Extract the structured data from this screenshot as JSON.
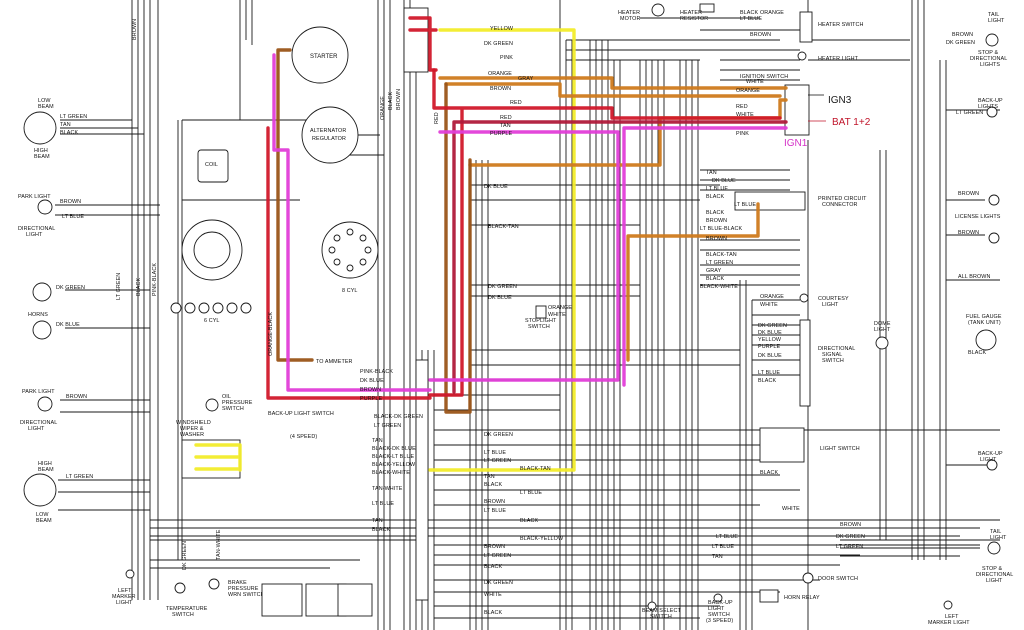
{
  "annotations": {
    "ign3": "IGN3",
    "bat": "BAT 1+2",
    "ign1": "IGN1"
  },
  "components": {
    "starter": "STARTER",
    "alternator": "ALTERNATOR",
    "regulator": "REGULATOR",
    "coil": "COIL",
    "six_cyl": "6 CYL",
    "eight_cyl": "8 CYL",
    "to_ammeter": "TO AMMETER",
    "oil_pressure": "OIL",
    "oil_pressure_2": "PRESSURE",
    "oil_pressure_3": "SWITCH",
    "backup_light_switch": "BACK-UP LIGHT SWITCH",
    "four_speed": "(4 SPEED)",
    "windshield": "WINDSHIELD",
    "wiper_washer": "WIPER &",
    "washer": "WASHER",
    "low_beam": "LOW",
    "beam": "BEAM",
    "high_beam": "HIGH",
    "high_beam_2": "BEAM",
    "park_light_top": "PARK LIGHT",
    "directional_light_top": "DIRECTIONAL",
    "light_top": "LIGHT",
    "horns": "HORNS",
    "park_light_bottom": "PARK LIGHT",
    "directional_bottom": "DIRECTIONAL",
    "light_bottom": "LIGHT",
    "high_beam_bottom": "HIGH",
    "beam_bottom": "BEAM",
    "low_beam_bottom": "LOW",
    "beam_bottom_2": "BEAM",
    "left_marker": "LEFT",
    "marker": "MARKER",
    "marker_light": "LIGHT",
    "temperature": "TEMPERATURE",
    "temperature_2": "SWITCH",
    "brake_pressure": "BRAKE",
    "brake_pressure_2": "PRESSURE",
    "brake_pressure_3": "WRN SWITCH",
    "heater_motor": "HEATER",
    "heater_motor_2": "MOTOR",
    "heater_resistor": "HEATER",
    "heater_resistor_2": "RESISTOR",
    "heater_switch": "HEATER SWITCH",
    "heater_light": "HEATER LIGHT",
    "ignition_switch": "IGNITION SWITCH",
    "printed_circuit": "PRINTED CIRCUIT",
    "connector": "CONNECTOR",
    "courtesy_light": "COURTESY",
    "courtesy_light_2": "LIGHT",
    "directional_signal": "DIRECTIONAL",
    "directional_signal_2": "SIGNAL",
    "directional_signal_3": "SWITCH",
    "stoplight_switch": "STOPLIGHT",
    "stoplight_switch_2": "SWITCH",
    "dome_light": "DOME",
    "dome_light_2": "LIGHT",
    "light_switch": "LIGHT SWITCH",
    "door_switch": "DOOR SWITCH",
    "horn_relay": "HORN RELAY",
    "beam_select": "BEAM SELECT",
    "beam_select_2": "SWITCH",
    "backup_light_sw": "BACK-UP",
    "backup_light_sw_2": "LIGHT",
    "backup_light_sw_3": "SWITCH",
    "backup_light_sw_4": "(3 SPEED)",
    "tail_light": "TAIL",
    "tail_light_2": "LIGHT",
    "stop_dir": "STOP &",
    "stop_dir_2": "DIRECTIONAL",
    "stop_dir_3": "LIGHTS",
    "backup_lights": "BACK-UP",
    "backup_lights_2": "LIGHTS",
    "license_lights": "LICENSE LIGHTS",
    "fuel_gauge": "FUEL GAUGE",
    "fuel_gauge_2": "(TANK UNIT)",
    "backup_light_r": "BACK-UP",
    "backup_light_r_2": "LIGHT",
    "tail_light_b": "TAIL",
    "tail_light_b_2": "LIGHT",
    "stop_dir_b": "STOP &",
    "stop_dir_b_2": "DIRECTIONAL",
    "stop_dir_b_3": "LIGHT",
    "left_marker_r": "LEFT",
    "left_marker_r_2": "MARKER LIGHT"
  },
  "wire_labels": {
    "yellow": "YELLOW",
    "dk_green_top": "DK GREEN",
    "pink_top": "PINK",
    "orange_top": "ORANGE",
    "gray_top": "GRAY",
    "brown_top": "BROWN",
    "red_top": "RED",
    "red_2": "RED",
    "tan_top": "TAN",
    "purple_top": "PURPLE",
    "dk_blue_top": "DK BLUE",
    "black_tan": "BLACK-TAN",
    "dk_green_mid": "DK GREEN",
    "dk_blue_mid": "DK BLUE",
    "orange_white": "ORANGE",
    "white_mid": "WHITE",
    "pink_black": "PINK-BLACK",
    "dk_blue_b": "DK BLUE",
    "brown_b": "BROWN",
    "purple_b": "PURPLE",
    "black_dkgreen": "BLACK-DK GREEN",
    "lt_green_b": "LT GREEN",
    "tan_b": "TAN",
    "black_dkblue": "BLACK-DK BLUE",
    "black_ltblue": "BLACK-LT BLUE",
    "black_yellow": "BLACK-YELLOW",
    "black_white": "BLACK-WHITE",
    "tan_white": "TAN-WHITE",
    "lt_blue_b": "LT BLUE",
    "tan_c": "TAN",
    "black_c": "BLACK",
    "lt_green_top": "LT GREEN",
    "tan_l": "TAN",
    "black_l": "BLACK",
    "brown_l": "BROWN",
    "lt_blue_l": "LT BLUE",
    "dk_green_l": "DK GREEN",
    "dk_blue_l": "DK BLUE",
    "brown_l2": "BROWN",
    "lt_green_l2": "LT GREEN",
    "white_r": "WHITE",
    "lt_blue_r": "LT BLUE",
    "orange_r": "ORANGE",
    "brown_r": "BROWN",
    "black_r": "BLACK",
    "dk_blue_r": "DK BLUE",
    "lt_blue_r2": "LT BLUE",
    "tan_r": "TAN",
    "black_r2": "BLACK",
    "black_r3": "BLACK",
    "brown_r2": "BROWN",
    "lt_blue_black": "LT BLUE-BLACK",
    "brown_r3": "BROWN",
    "black_tan_r": "BLACK-TAN",
    "lt_green_r": "LT GREEN",
    "gray_r": "GRAY",
    "black_r4": "BLACK",
    "black_white_r": "BLACK-WHITE",
    "red_r": "RED",
    "white_r2": "WHITE",
    "pink_r": "PINK",
    "orange_r2": "ORANGE",
    "dk_green_r": "DK GREEN",
    "white_r3": "WHITE",
    "lt_green_r2": "LT GREEN",
    "black_r5": "BLACK",
    "brown_r4": "BROWN",
    "lt_blue_r3": "LT BLUE",
    "all_brown": "ALL BROWN",
    "brown_lic": "BROWN",
    "brown_lic2": "BROWN",
    "lt_green_bk": "LT GREEN",
    "black_fuel": "BLACK",
    "brown_hd": "BROWN",
    "dk_green_hd": "DK GREEN",
    "lt_blue_pc": "LT BLUE",
    "orange_ds": "ORANGE",
    "white_ds": "WHITE",
    "dk_green_ds": "DK GREEN",
    "dk_blue_ds": "DK BLUE",
    "yellow_ds": "YELLOW",
    "purple_ds": "PURPLE",
    "dk_blue_ds2": "DK BLUE",
    "lt_blue_ds": "LT BLUE",
    "black_ds": "BLACK",
    "dk_green_left": "DK GREEN",
    "lt_blue_left": "LT BLUE",
    "lt_green_left": "LT GREEN",
    "tan_left": "TAN",
    "black_left": "BLACK",
    "brown_left": "BROWN",
    "lt_blue_left2": "LT BLUE",
    "brown_left2": "BROWN",
    "lt_green_left3": "LT GREEN",
    "black_left2": "BLACK",
    "dk_green_left2": "DK GREEN",
    "white_left": "WHITE",
    "tan_white_v": "TAN-WHITE",
    "dk_green_v": "DK GREEN",
    "brown_v": "BROWN",
    "lt_green_v": "LT GREEN",
    "black_v": "BLACK",
    "pink_black_v": "PINK-BLACK",
    "red_v": "RED",
    "brown_v2": "BROWN",
    "black_v2": "BLACK",
    "orange_v": "ORANGE",
    "orange_black": "ORANGE-BLACK",
    "black_left3": "BLACK",
    "lt_blue_v": "LT BLUE",
    "lt_blue_hd": "LT BLUE",
    "tan_hd": "TAN",
    "black_tan_hd": "BLACK-TAN",
    "black_hd": "BLACK",
    "black_yellow_b2": "BLACK-YELLOW"
  },
  "highlight_colors": {
    "yellow": "#f2ec2a",
    "orange": "#cf7a1c",
    "brown": "#9a5418",
    "red": "#d1182a",
    "crimson": "#b01a3a",
    "magenta": "#e23ed8",
    "ign3": "#1a1a1a",
    "bat": "#c0142a",
    "ign1": "#d534c8"
  }
}
